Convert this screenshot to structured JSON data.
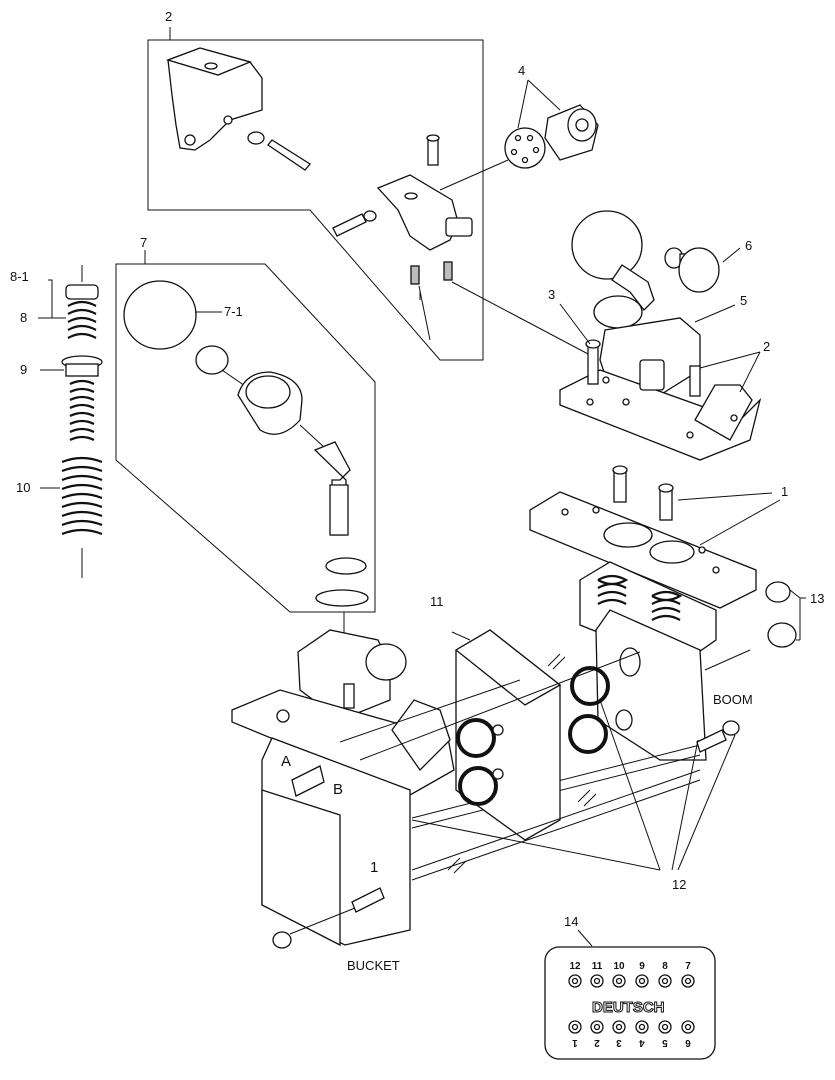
{
  "callouts": {
    "c1": "1",
    "c2": "2",
    "c2b": "2",
    "c3": "3",
    "c4": "4",
    "c5": "5",
    "c6": "6",
    "c7": "7",
    "c7_1": "7-1",
    "c8_1": "8-1",
    "c8": "8",
    "c9": "9",
    "c10": "10",
    "c11": "11",
    "c12": "12",
    "c13": "13",
    "c14": "14"
  },
  "labels": {
    "boom": "BOOM",
    "bucket": "BUCKET",
    "port_a": "A",
    "port_b": "B",
    "section_1": "1"
  },
  "connector": {
    "brand": "DEUTSCH",
    "top_pins": [
      "12",
      "11",
      "10",
      "9",
      "8",
      "7"
    ],
    "bottom_pins": [
      "1",
      "2",
      "3",
      "4",
      "5",
      "6"
    ]
  }
}
